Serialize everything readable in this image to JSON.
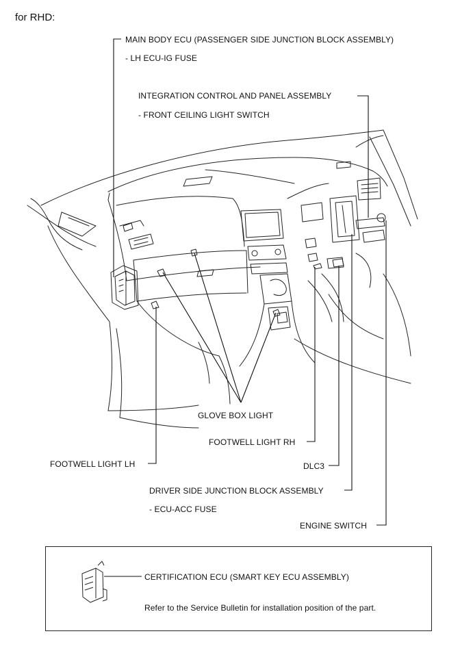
{
  "header": {
    "text": "for RHD:"
  },
  "labels": {
    "main_body_ecu": "MAIN BODY ECU (PASSENGER SIDE JUNCTION BLOCK ASSEMBLY)",
    "lh_ecu_ig_fuse": "- LH ECU-IG FUSE",
    "integration_control": "INTEGRATION CONTROL AND PANEL ASSEMBLY",
    "front_ceiling_light_switch": "- FRONT CEILING LIGHT SWITCH",
    "glove_box_light": "GLOVE BOX LIGHT",
    "footwell_light_rh": "FOOTWELL LIGHT RH",
    "footwell_light_lh": "FOOTWELL LIGHT LH",
    "dlc3": "DLC3",
    "driver_side_jb": "DRIVER SIDE JUNCTION BLOCK ASSEMBLY",
    "ecu_acc_fuse": "- ECU-ACC FUSE",
    "engine_switch": "ENGINE SWITCH"
  },
  "note_box": {
    "title": "CERTIFICATION ECU (SMART KEY ECU ASSEMBLY)",
    "note": "Refer to the Service Bulletin for installation position of the part."
  }
}
